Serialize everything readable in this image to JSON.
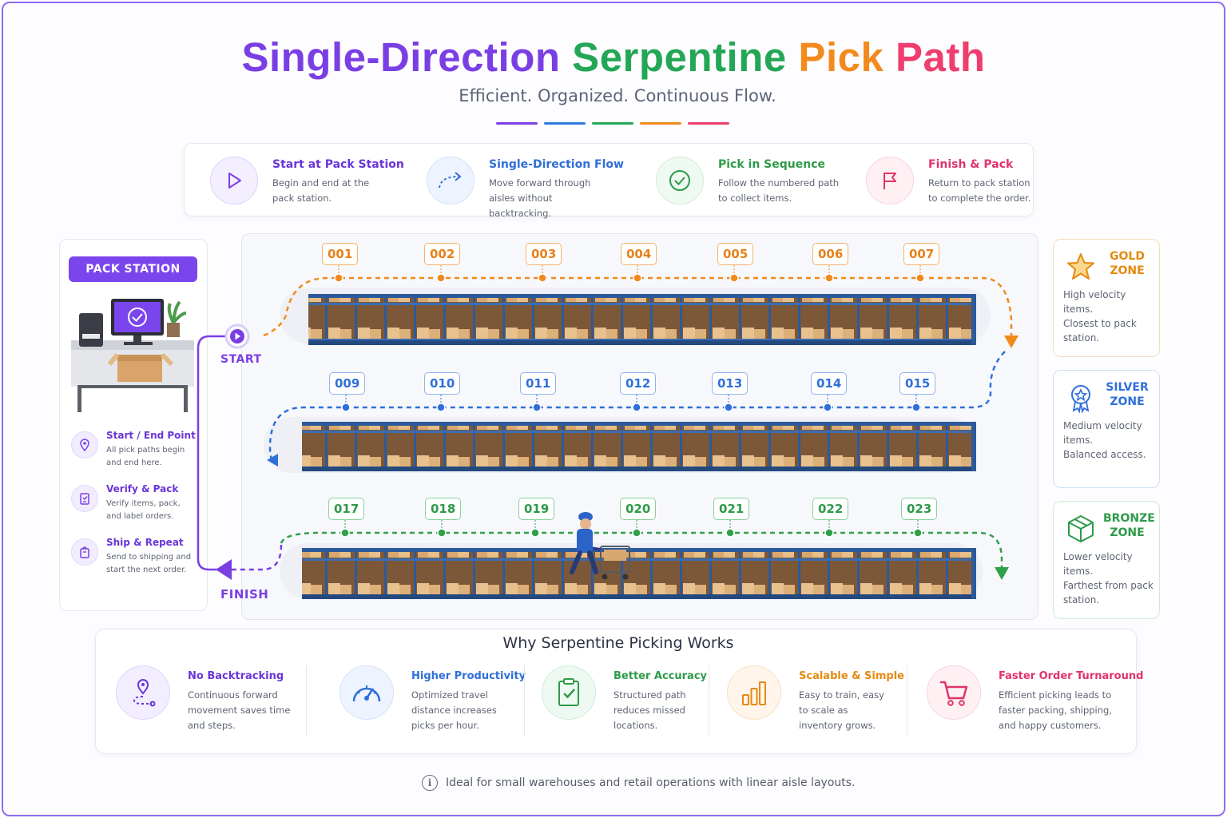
{
  "header": {
    "title_parts": [
      "Single-Direction",
      "Serpentine",
      "Pick",
      "Path"
    ],
    "subtitle": "Efficient. Organized. Continuous Flow.",
    "dash_colors": [
      "#7a3fe4",
      "#2f7be0",
      "#23a756",
      "#f28a1e",
      "#ef3e6e"
    ]
  },
  "steps": [
    {
      "title": "Start at Pack Station",
      "desc": "Begin and end at the pack station.",
      "color": "#6a35d8",
      "icon": "play-icon"
    },
    {
      "title": "Single-Direction Flow",
      "desc": "Move forward through aisles without backtracking.",
      "color": "#2f6fd8",
      "icon": "dashed-arrow-icon"
    },
    {
      "title": "Pick in Sequence",
      "desc": "Follow the numbered path to collect items.",
      "color": "#2f9a49",
      "icon": "check-circle-icon"
    },
    {
      "title": "Finish & Pack",
      "desc": "Return to pack station to complete the order.",
      "color": "#e0336a",
      "icon": "flag-icon"
    }
  ],
  "pack_station": {
    "label": "PACK STATION",
    "items": [
      {
        "title": "Start / End Point",
        "desc": "All pick paths begin and end here.",
        "icon": "location-pin-icon"
      },
      {
        "title": "Verify & Pack",
        "desc": "Verify items, pack, and label orders.",
        "icon": "clipboard-icon"
      },
      {
        "title": "Ship & Repeat",
        "desc": "Send to shipping and start the next order.",
        "icon": "shipping-bag-icon"
      }
    ]
  },
  "path": {
    "start_label": "START",
    "finish_label": "FINISH",
    "row1": [
      "001",
      "002",
      "003",
      "004",
      "005",
      "006",
      "007"
    ],
    "row2": [
      "009",
      "010",
      "011",
      "012",
      "013",
      "014",
      "015"
    ],
    "row3": [
      "017",
      "018",
      "019",
      "020",
      "021",
      "022",
      "023"
    ],
    "colors": {
      "row1": "#f08a1c",
      "row2": "#2f6fd8",
      "row3": "#2fa04a",
      "return": "#7a3fe4"
    }
  },
  "zones": [
    {
      "title": "GOLD ZONE",
      "lines": [
        "High velocity items.",
        "Closest to pack station."
      ],
      "color": "#e58a12",
      "border": "#f7dcb8",
      "icon": "star-icon"
    },
    {
      "title": "SILVER ZONE",
      "lines": [
        "Medium velocity items.",
        "Balanced access."
      ],
      "color": "#2f6fd8",
      "border": "#cddff7",
      "icon": "badge-icon"
    },
    {
      "title": "BRONZE ZONE",
      "lines": [
        "Lower velocity items.",
        "Farthest from pack station."
      ],
      "color": "#2f9a49",
      "border": "#cdebd5",
      "icon": "box-icon"
    }
  ],
  "why": {
    "title": "Why Serpentine Picking Works",
    "items": [
      {
        "title": "No Backtracking",
        "desc": "Continuous forward movement saves time and steps.",
        "color": "#6a35d8",
        "bg": "#f3eeff",
        "icon": "route-icon"
      },
      {
        "title": "Higher Productivity",
        "desc": "Optimized travel distance increases picks per hour.",
        "color": "#2f6fd8",
        "bg": "#eef4ff",
        "icon": "speedometer-icon"
      },
      {
        "title": "Better Accuracy",
        "desc": "Structured path reduces missed locations.",
        "color": "#2f9a49",
        "bg": "#eefaf1",
        "icon": "checklist-icon"
      },
      {
        "title": "Scalable & Simple",
        "desc": "Easy to train, easy to scale as inventory grows.",
        "color": "#e58a12",
        "bg": "#fff5ea",
        "icon": "bar-chart-icon"
      },
      {
        "title": "Faster Order Turnaround",
        "desc": "Efficient picking leads to faster packing, shipping, and happy customers.",
        "color": "#e0336a",
        "bg": "#fff0f4",
        "icon": "cart-icon"
      }
    ]
  },
  "footnote": "Ideal for small warehouses and retail operations with linear aisle layouts."
}
